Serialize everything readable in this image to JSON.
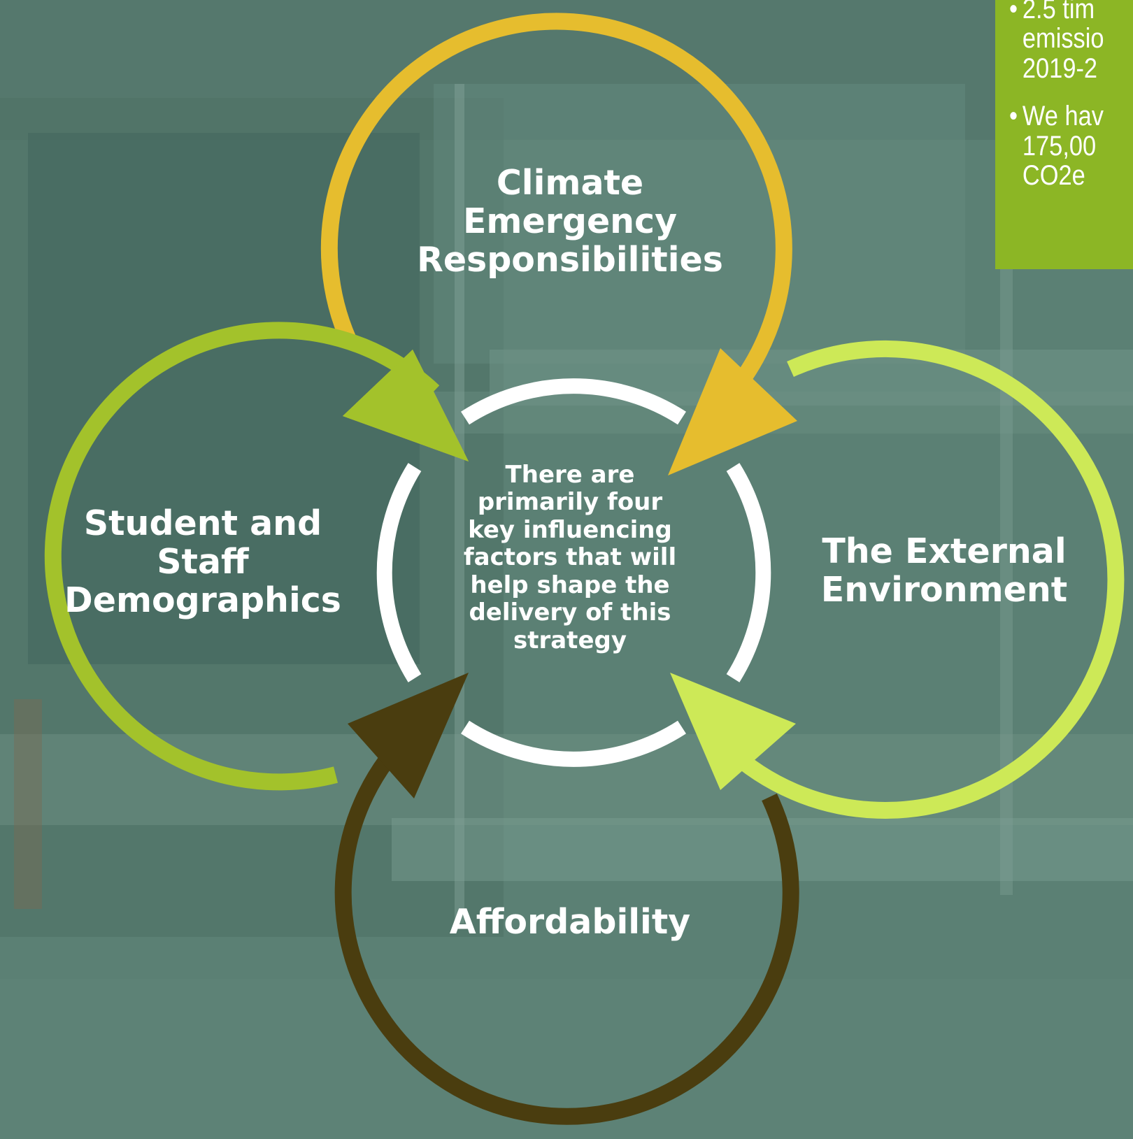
{
  "diagram": {
    "center_text": "There are primarily four key influencing factors that will help shape the delivery of this strategy",
    "factors": {
      "top": {
        "label": "Climate Emergency Responsibilities",
        "color": "#e6bd2e"
      },
      "left": {
        "label": "Student and Staff Demographics",
        "color": "#a3c22b"
      },
      "right": {
        "label": "The External Environment",
        "color": "#cde957"
      },
      "bottom": {
        "label": "Affordability",
        "color": "#4a3d0f"
      }
    },
    "center_ring_color": "#ffffff"
  },
  "callout": {
    "background": "#8cb625",
    "bullets": [
      {
        "lines": [
          "2.5 tim",
          "emissio",
          "2019-2"
        ]
      },
      {
        "lines": [
          "We hav",
          "175,00",
          "CO2e"
        ]
      }
    ]
  }
}
